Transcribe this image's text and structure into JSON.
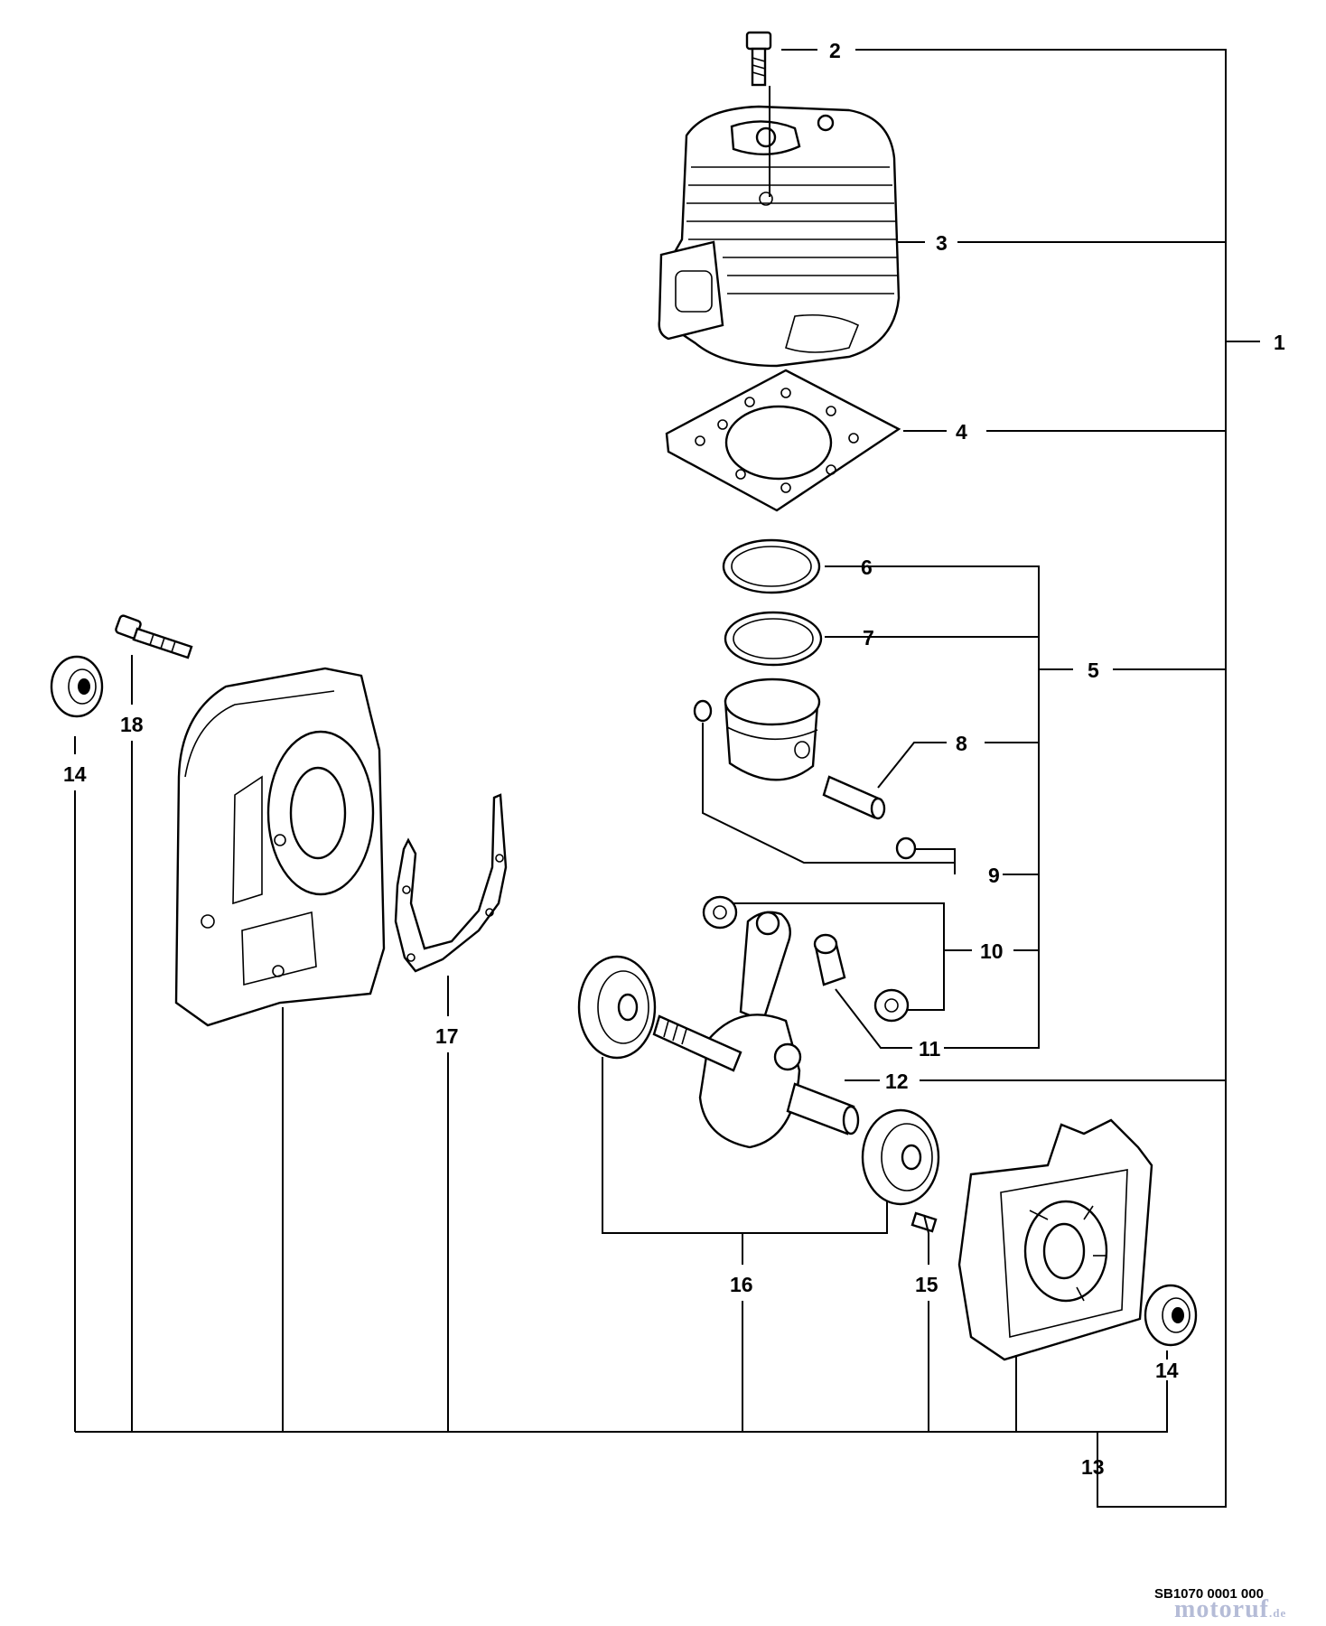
{
  "diagram": {
    "callouts": [
      "1",
      "2",
      "3",
      "4",
      "5",
      "6",
      "7",
      "8",
      "9",
      "10",
      "11",
      "12",
      "13",
      "14",
      "14",
      "15",
      "16",
      "17",
      "18"
    ],
    "drawing_code": "SB1070 0001 000",
    "watermark": "motoruf",
    "watermark_suffix": ".de"
  }
}
